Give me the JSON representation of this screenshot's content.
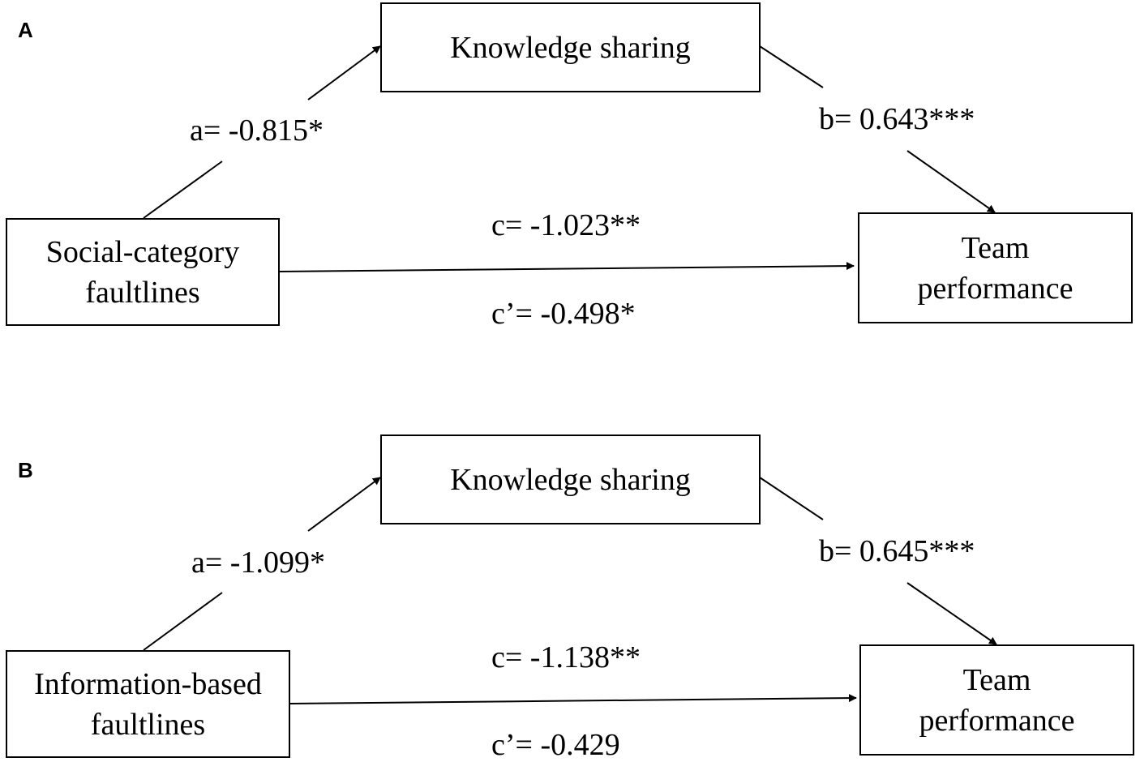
{
  "panels": [
    {
      "label": "A",
      "mediator": "Knowledge sharing",
      "predictor": [
        "Social-category",
        "faultlines"
      ],
      "outcome": [
        "Team",
        "performance"
      ],
      "path_a": "a= -0.815*",
      "path_b": "b= 0.643***",
      "path_c": "c= -1.023**",
      "path_c_prime": "c’= -0.498*"
    },
    {
      "label": "B",
      "mediator": "Knowledge sharing",
      "predictor": [
        "Information-based",
        "faultlines"
      ],
      "outcome": [
        "Team",
        "performance"
      ],
      "path_a": "a= -1.099*",
      "path_b": "b= 0.645***",
      "path_c": "c= -1.138**",
      "path_c_prime": "c’= -0.429"
    }
  ]
}
